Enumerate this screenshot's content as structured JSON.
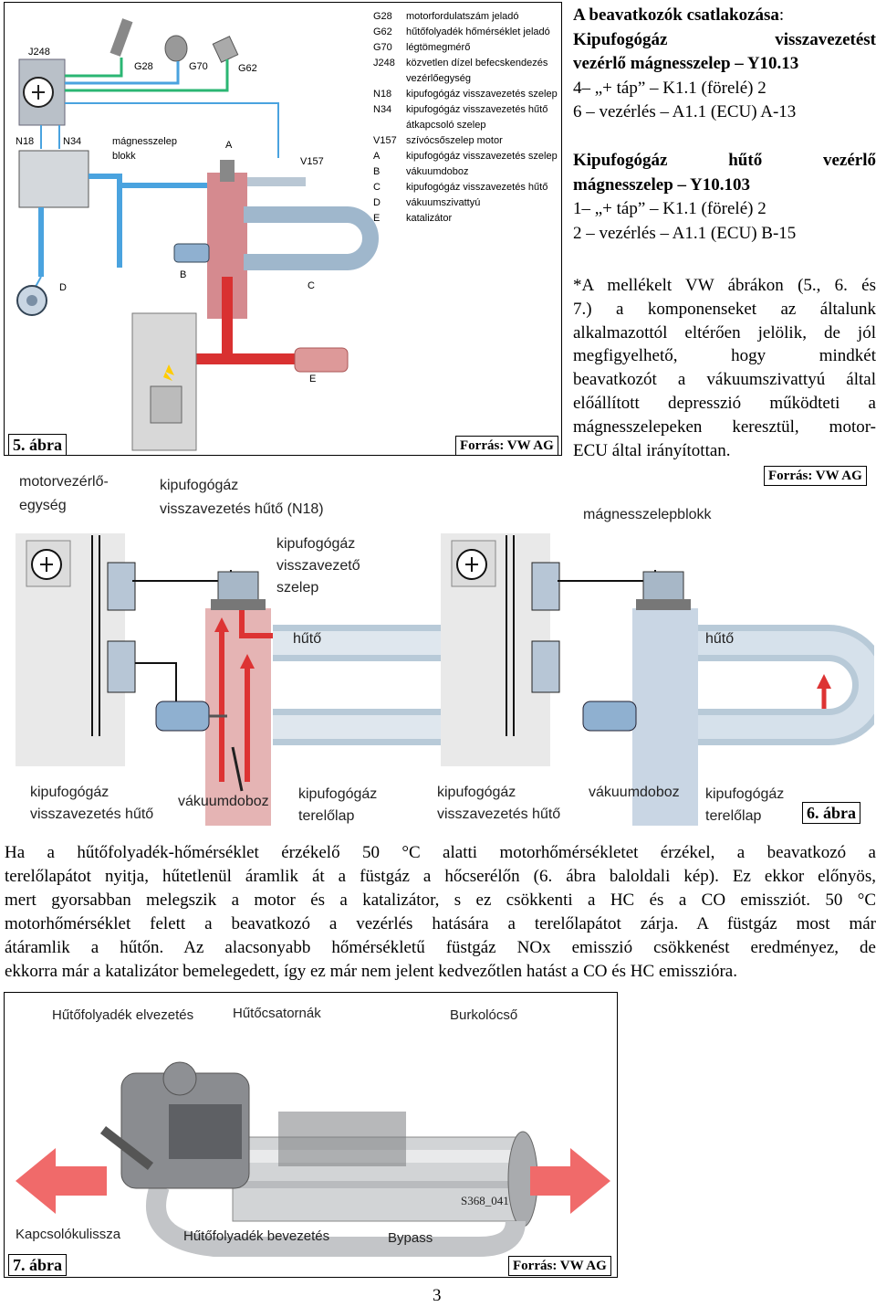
{
  "fig5": {
    "caption": "5. ábra",
    "source": "Forrás: VW AG",
    "legend": [
      {
        "code": "G28",
        "text": "motorfordulatszám jeladó"
      },
      {
        "code": "G62",
        "text": "hűtőfolyadék hőmérséklet jeladó"
      },
      {
        "code": "G70",
        "text": "légtömegmérő"
      },
      {
        "code": "J248",
        "text": "közvetlen dízel befecskendezés"
      },
      {
        "code": "",
        "text": "vezérlőegység"
      },
      {
        "code": "N18",
        "text": "kipufogógáz visszavezetés szelep"
      },
      {
        "code": "N34",
        "text": "kipufogógáz visszavezetés hűtő"
      },
      {
        "code": "",
        "text": "átkapcsoló szelep"
      },
      {
        "code": "V157",
        "text": "szívócsőszelep motor"
      },
      {
        "code": "A",
        "text": "kipufogógáz visszavezetés szelep"
      },
      {
        "code": "B",
        "text": "vákuumdoboz"
      },
      {
        "code": "C",
        "text": "kipufogógáz visszavezetés hűtő"
      },
      {
        "code": "D",
        "text": "vákuumszivattyú"
      },
      {
        "code": "E",
        "text": "katalizátor"
      }
    ],
    "labels": {
      "j248": "J248",
      "g28": "G28",
      "g70": "G70",
      "g62": "G62",
      "n18": "N18",
      "n34": "N34",
      "magnes": "mágnesszelep",
      "blokk": "blokk",
      "a": "A",
      "v157": "V157",
      "b": "B",
      "c": "C",
      "d": "D",
      "e": "E"
    }
  },
  "right_text": {
    "heading_1": "A beavatkozók csatlakozása",
    "heading_colon": ":",
    "line_2a": "Kipufogógáz",
    "line_2b": "visszavezetést",
    "line_3": "vezérlő mágnesszelep – Y10.13",
    "line_4": "4– „+ táp” – K1.1 (förelé) 2",
    "line_5": "6 – vezérlés – A1.1 (ECU) A-13",
    "line_6a": "Kipufogógáz",
    "line_6b": "hűtő",
    "line_6c": "vezérlő",
    "line_7": "mágnesszelep – Y10.103",
    "line_8": "1– „+ táp” – K1.1 (förelé) 2",
    "line_9": "2 – vezérlés – A1.1 (ECU) B-15",
    "note": [
      "*A mellékelt VW ábrákon (5., 6. és",
      "7.) a komponenseket az általunk",
      "alkalmazottól eltérően jelölik, de jól",
      "megfigyelhető, hogy mindkét",
      "beavatkozót a vákuumszivattyú által",
      "előállított depresszió működteti a",
      "mágnesszelepeken keresztül, motor-"
    ],
    "note_last": "ECU által irányítottan."
  },
  "fig6": {
    "caption": "6. ábra",
    "source": "Forrás: VW AG",
    "labels": {
      "ecu_1": "motorvezérlő-",
      "ecu_2": "egység",
      "n18_1": "kipufogógáz",
      "n18_2": "visszavezetés hűtő (N18)",
      "valve_1": "kipufogógáz",
      "valve_2": "visszavezető",
      "valve_3": "szelep",
      "huto_left": "hűtő",
      "bl_1": "kipufogógáz",
      "bl_2": "visszavezetés hűtő",
      "vac_left": "vákuumdoboz",
      "flap_left_1": "kipufogógáz",
      "flap_left_2": "terelőlap",
      "block": "mágnesszelepblokk",
      "huto_right": "hűtő",
      "br_1": "kipufogógáz",
      "br_2": "visszavezetés hűtő",
      "vac_right": "vákuumdoboz",
      "flap_right_1": "kipufogógáz",
      "flap_right_2": "terelőlap"
    }
  },
  "paragraph": [
    "Ha a hűtőfolyadék-hőmérséklet érzékelő 50 °C alatti motorhőmérsékletet érzékel, a beavatkozó a",
    "terelőlapátot nyitja, hűtetlenül áramlik át a füstgáz a hőcserélőn (6. ábra baloldali kép). Ez ekkor előnyös,",
    "mert gyorsabban melegszik a motor és a katalizátor, s ez csökkenti a HC és a CO emissziót. 50 °C",
    "motorhőmérséklet felett a beavatkozó a vezérlés hatására a terelőlapátot zárja. A füstgáz most már",
    "átáramlik a hűtőn. Az alacsonyabb hőmérsékletű füstgáz NOx emisszió csökkenést eredményez, de"
  ],
  "paragraph_last": "ekkorra már a katalizátor bemelegedett, így ez már nem jelent kedvezőtlen hatást a CO és HC emisszióra.",
  "fig7": {
    "caption": "7. ábra",
    "source": "Forrás: VW AG",
    "labels": {
      "out": "Hűtőfolyadék elvezetés",
      "channels": "Hűtőcsatornák",
      "shell": "Burkolócső",
      "lever": "Kapcsolókulissza",
      "in": "Hűtőfolyadék bevezetés",
      "bypass": "Bypass",
      "code": "S368_041"
    }
  },
  "page_number": "3"
}
